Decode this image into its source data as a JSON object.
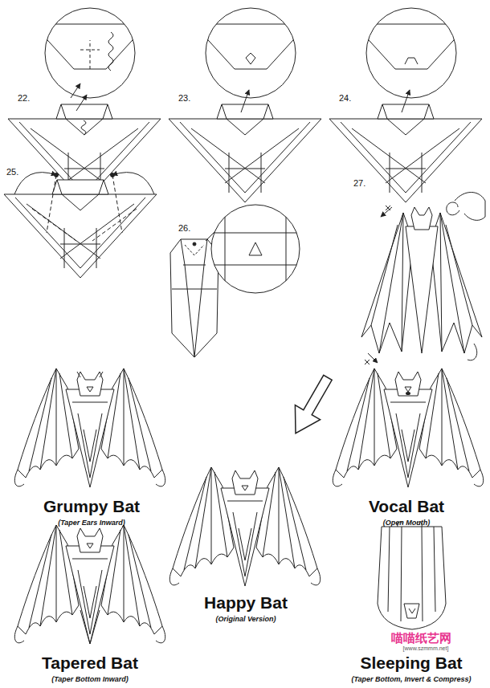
{
  "diagram": {
    "labels": [
      "22.",
      "23.",
      "24.",
      "25.",
      "26.",
      "27.",
      "Grumpy Bat",
      "(Taper Ears Inward)",
      "Vocal Bat",
      "(Open Mouth)",
      "Happy Bat",
      "(Original Version)",
      "Tapered Bat",
      "(Taper Bottom Inward)",
      "喵喵纸艺网",
      "[www.szmmm.net]",
      "Sleeping Bat",
      "(Taper Bottom, Invert & Compress)"
    ]
  }
}
